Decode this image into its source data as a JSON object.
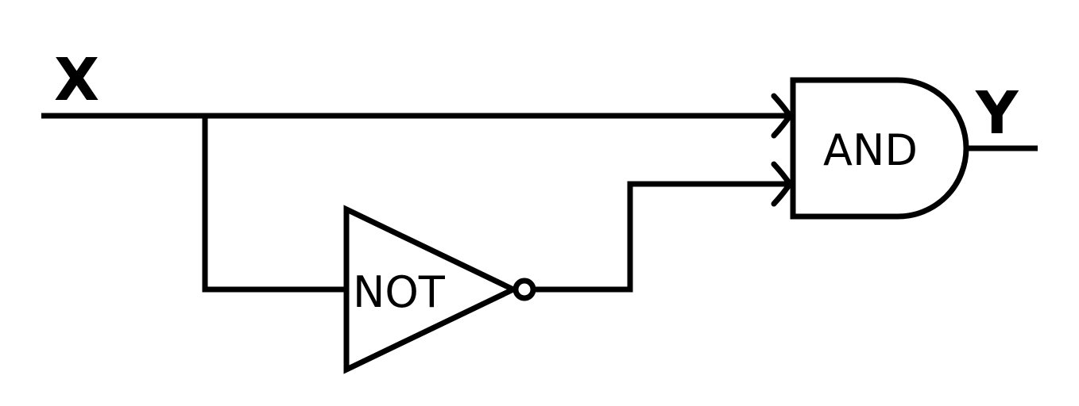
{
  "diagram": {
    "input_label": "X",
    "output_label": "Y",
    "not_gate": {
      "label": "NOT"
    },
    "and_gate": {
      "label": "AND"
    }
  },
  "colors": {
    "stroke": "#000000",
    "background": "#ffffff"
  }
}
